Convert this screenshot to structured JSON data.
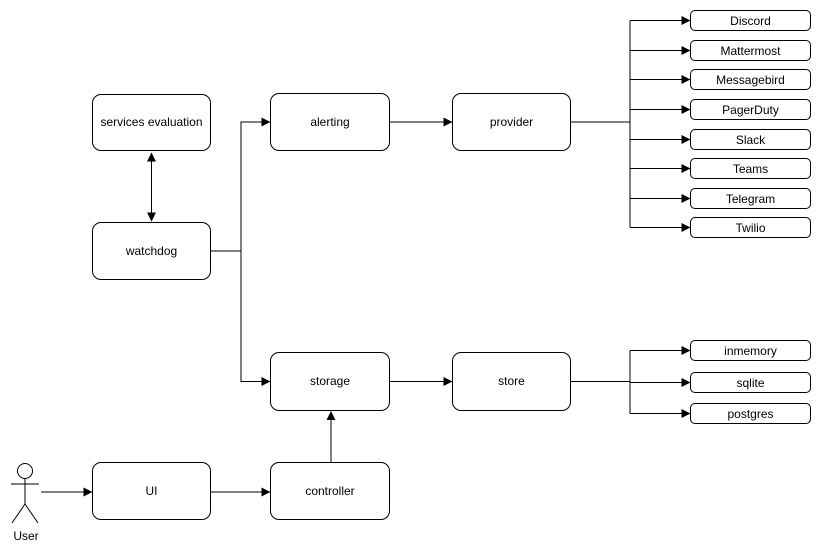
{
  "diagram": {
    "nodes": {
      "services_evaluation": "services evaluation",
      "watchdog": "watchdog",
      "alerting": "alerting",
      "provider": "provider",
      "storage": "storage",
      "store": "store",
      "ui": "UI",
      "controller": "controller"
    },
    "providers": [
      "Discord",
      "Mattermost",
      "Messagebird",
      "PagerDuty",
      "Slack",
      "Teams",
      "Telegram",
      "Twilio"
    ],
    "stores": [
      "inmemory",
      "sqlite",
      "postgres"
    ],
    "actor": {
      "label": "User"
    },
    "edges": [
      {
        "from": "services evaluation",
        "to": "watchdog",
        "direction": "both"
      },
      {
        "from": "watchdog",
        "to": "alerting",
        "direction": "end"
      },
      {
        "from": "watchdog",
        "to": "storage",
        "direction": "end"
      },
      {
        "from": "alerting",
        "to": "provider",
        "direction": "end"
      },
      {
        "from": "provider",
        "to": "Discord",
        "direction": "end"
      },
      {
        "from": "provider",
        "to": "Mattermost",
        "direction": "end"
      },
      {
        "from": "provider",
        "to": "Messagebird",
        "direction": "end"
      },
      {
        "from": "provider",
        "to": "PagerDuty",
        "direction": "end"
      },
      {
        "from": "provider",
        "to": "Slack",
        "direction": "end"
      },
      {
        "from": "provider",
        "to": "Teams",
        "direction": "end"
      },
      {
        "from": "provider",
        "to": "Telegram",
        "direction": "end"
      },
      {
        "from": "provider",
        "to": "Twilio",
        "direction": "end"
      },
      {
        "from": "storage",
        "to": "store",
        "direction": "end"
      },
      {
        "from": "store",
        "to": "inmemory",
        "direction": "end"
      },
      {
        "from": "store",
        "to": "sqlite",
        "direction": "end"
      },
      {
        "from": "store",
        "to": "postgres",
        "direction": "end"
      },
      {
        "from": "User",
        "to": "UI",
        "direction": "end"
      },
      {
        "from": "UI",
        "to": "controller",
        "direction": "end"
      },
      {
        "from": "controller",
        "to": "storage",
        "direction": "end"
      }
    ],
    "colors": {
      "stroke": "#000000",
      "node_fill": "#ffffff",
      "text": "#000000",
      "background": "#ffffff"
    }
  }
}
